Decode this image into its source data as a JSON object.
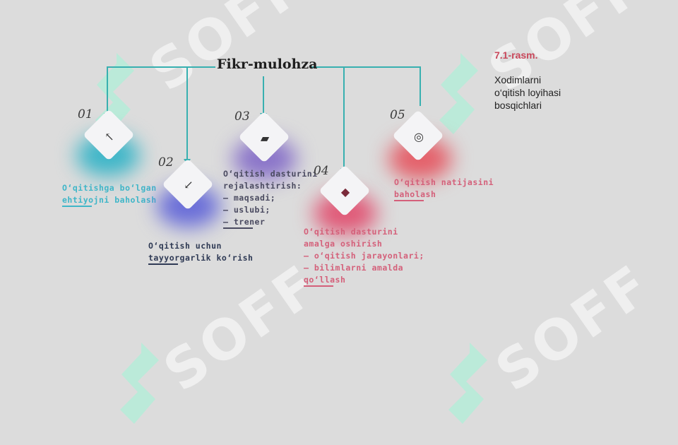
{
  "title": "Fikr-mulohza",
  "caption": {
    "number": "7.1-rasm.",
    "lines": [
      "Xodimlarni",
      "o‘qitish loyihasi",
      "bosqichlari"
    ]
  },
  "watermark": "SOFF",
  "colors": {
    "step1": "#3fb6c8",
    "step2": "#6a6ed8",
    "step3": "#8a74c9",
    "step4": "#e05a78",
    "step5": "#e4606a",
    "line": "#38b0b0",
    "caption_number": "#c9485b"
  },
  "steps": [
    {
      "number": "01",
      "icon": "cursor-icon",
      "lines": [
        "O‘qitishga bo‘lgan",
        "ehtiyojni baholash"
      ]
    },
    {
      "number": "02",
      "icon": "arrow-down-left-icon",
      "lines": [
        "O‘qitish uchun",
        "tayyorgarlik ko‘rish"
      ]
    },
    {
      "number": "03",
      "icon": "book-icon",
      "lines": [
        "O‘qitish dasturini",
        "rejalashtirish:",
        "– maqsadi;",
        "– uslubi;",
        "– trener"
      ]
    },
    {
      "number": "04",
      "icon": "diamond-icon",
      "lines": [
        "O‘qitish dasturini",
        "amalga oshirish",
        "– o‘qitish jarayonlari;",
        "– bilimlarni amalda",
        "qo‘llash"
      ]
    },
    {
      "number": "05",
      "icon": "target-icon",
      "lines": [
        "O‘qitish natijasini",
        "baholash"
      ]
    }
  ]
}
